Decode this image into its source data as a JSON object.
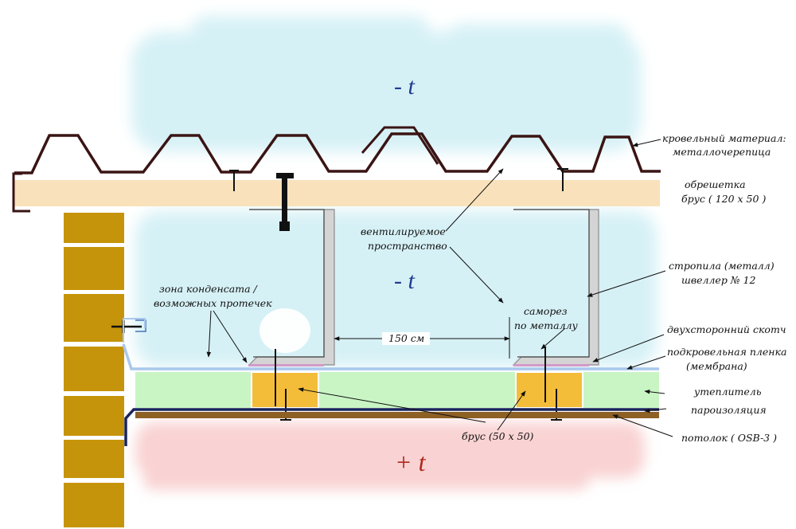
{
  "temperatures": {
    "outside_top": "- t",
    "ventilated": "- t",
    "inside": "+ t"
  },
  "labels": {
    "roofing_line1": "кровельный материал:",
    "roofing_line2": "металлочерепица",
    "batten_line1": "обрешетка",
    "batten_line2": "брус ( 120 х 50 )",
    "vent_line1": "вентилируемое",
    "vent_line2": "пространство",
    "rafter_line1": "стропила (металл)",
    "rafter_line2": "швеллер № 12",
    "condensate_line1": "зона конденсата /",
    "condensate_line2": "возможных протечек",
    "screw_line1": "саморез",
    "screw_line2": "по металлу",
    "spacing": "150 см",
    "tape": "двухсторонний скотч",
    "membrane_line1": "подкровельная пленка",
    "membrane_line2": "(мембрана)",
    "insulation": "утеплитель",
    "vapor": "пароизоляция",
    "timber": "брус (50 х 50)",
    "ceiling": "потолок ( OSB-3 )"
  },
  "colors": {
    "cold_zone": "#d6f1f6",
    "warm_zone": "#f9d3d3",
    "roof_sheet": "#3a1414",
    "batten": "#f9e2bb",
    "brick": "#c6940a",
    "channel": "#d4d4d4",
    "insulation": "#c9f5c4",
    "timber_block": "#f3bd3a",
    "membrane": "#a9c8ec",
    "vapor_barrier": "#18245a",
    "osb": "#8d6024"
  }
}
